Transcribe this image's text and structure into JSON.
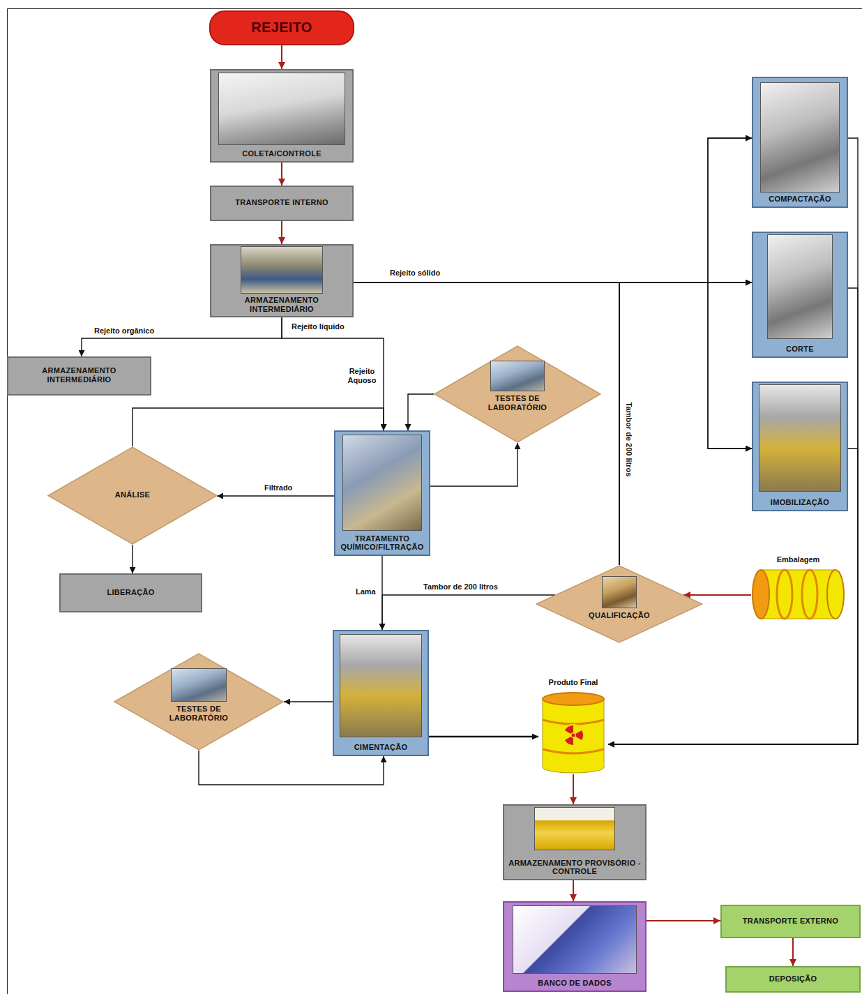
{
  "diagram": {
    "nodes": [
      {
        "text": [
          "REJEITO"
        ]
      },
      {
        "text": [
          "COLETA/CONTROLE"
        ]
      },
      {
        "text": [
          "TRANSPORTE INTERNO"
        ]
      },
      {
        "text": [
          "ARMAZENAMENTO INTERMEDIÁRIO"
        ]
      },
      {
        "text": [
          "COMPACTAÇÃO"
        ]
      },
      {
        "text": [
          "CORTE"
        ]
      },
      {
        "text": [
          "IMOBILIZAÇÃO"
        ]
      },
      {
        "text": [
          "ARMAZENAMENTO INTERMEDIÁRIO"
        ]
      },
      {
        "text": [
          "TESTES DE LABORATÓRIO"
        ]
      },
      {
        "text": [
          "TRATAMENTO QUÍMICO/FILTRAÇÃO"
        ]
      },
      {
        "text": [
          "ANÁLISE"
        ]
      },
      {
        "text": [
          "LIBERAÇÃO"
        ]
      },
      {
        "text": [
          "QUALIFICAÇÃO"
        ]
      },
      {
        "text": [
          "Embalagem"
        ]
      },
      {
        "text": [
          "CIMENTAÇÃO"
        ]
      },
      {
        "text": [
          "TESTES DE LABORATÓRIO"
        ]
      },
      {
        "text": [
          "Produto Final"
        ]
      },
      {
        "text": [
          "ARMAZENAMENTO PROVISÓRIO - CONTROLE"
        ]
      },
      {
        "text": [
          "BANCO DE DADOS"
        ]
      },
      {
        "text": [
          "TRANSPORTE EXTERNO"
        ]
      },
      {
        "text": [
          "DEPOSIÇÃO"
        ]
      }
    ],
    "edges": [
      {
        "from": 0,
        "to": 1,
        "arrow": "to"
      },
      {
        "from": 1,
        "to": 2,
        "arrow": "to"
      },
      {
        "from": 2,
        "to": 3,
        "arrow": "to"
      },
      {
        "from": 3,
        "to": 4,
        "label": "Rejeito sólido",
        "arrow": "to"
      },
      {
        "from": 3,
        "to": 5,
        "arrow": "to"
      },
      {
        "from": 3,
        "to": 6,
        "arrow": "to"
      },
      {
        "from": 3,
        "to": 7,
        "label": "Rejeito orgânico",
        "arrow": "to"
      },
      {
        "from": 3,
        "to": 9,
        "label": "Rejeito Aquoso",
        "arrow": "to"
      },
      {
        "from": 9,
        "to": 8,
        "arrow": "to"
      },
      {
        "from": 8,
        "to": 9,
        "arrow": "to"
      },
      {
        "from": 9,
        "to": 10,
        "label": "Filtrado",
        "arrow": "to"
      },
      {
        "from": 10,
        "to": 9,
        "arrow": "to"
      },
      {
        "from": 10,
        "to": 11,
        "arrow": "to"
      },
      {
        "from": 9,
        "to": 14,
        "label": "Lama",
        "arrow": "to"
      },
      {
        "from": 12,
        "to": 14,
        "label": "Tambor de 200 litros",
        "arrow": "to"
      },
      {
        "from": 12,
        "to": 4,
        "label": "Tambor de 200 litros",
        "arrow": "to"
      },
      {
        "from": 12,
        "to": 5,
        "arrow": "to"
      },
      {
        "from": 12,
        "to": 6,
        "arrow": "to"
      },
      {
        "from": 13,
        "to": 12,
        "arrow": "to"
      },
      {
        "from": 14,
        "to": 15,
        "arrow": "to"
      },
      {
        "from": 15,
        "to": 14,
        "arrow": "to"
      },
      {
        "from": 14,
        "to": 16,
        "arrow": "to"
      },
      {
        "from": 4,
        "to": 16,
        "arrow": "to"
      },
      {
        "from": 5,
        "to": 16,
        "arrow": "to"
      },
      {
        "from": 6,
        "to": 16,
        "arrow": "to"
      },
      {
        "from": 16,
        "to": 17,
        "arrow": "to"
      },
      {
        "from": 17,
        "to": 18,
        "arrow": "to"
      },
      {
        "from": 18,
        "to": 19,
        "arrow": "to"
      },
      {
        "from": 19,
        "to": 20,
        "arrow": "to"
      }
    ],
    "labels": [
      "Rejeito líquido"
    ]
  }
}
